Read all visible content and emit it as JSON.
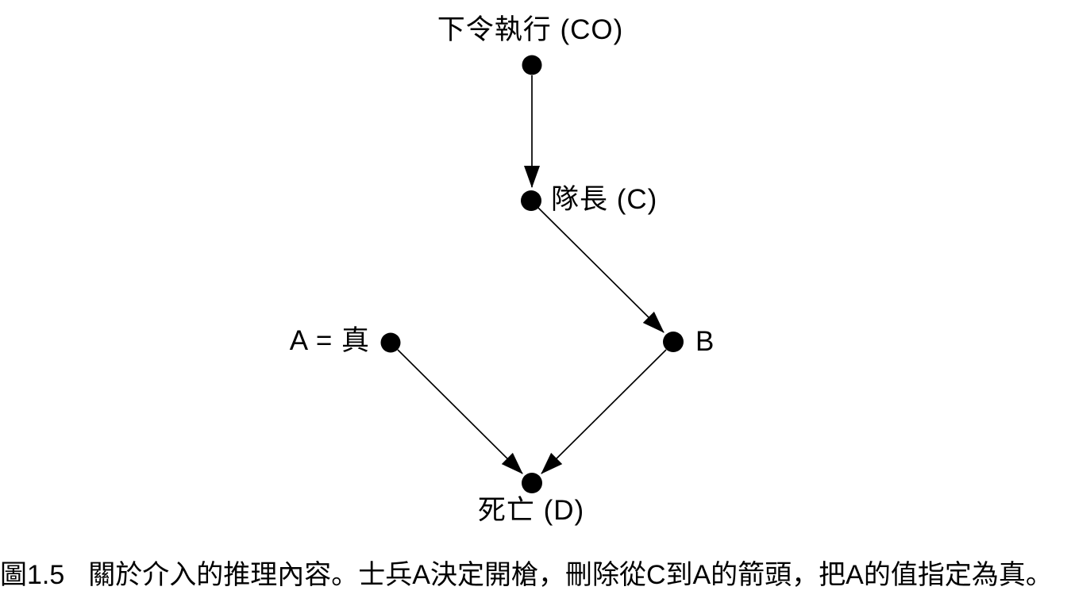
{
  "figure": {
    "nodes": [
      {
        "id": "CO",
        "label": "下令執行 (CO)"
      },
      {
        "id": "C",
        "label": "隊長 (C)"
      },
      {
        "id": "B",
        "label": "B"
      },
      {
        "id": "A",
        "label": "A = 真"
      },
      {
        "id": "D",
        "label": "死亡 (D)"
      }
    ],
    "edges": [
      {
        "from": "CO",
        "to": "C"
      },
      {
        "from": "C",
        "to": "B"
      },
      {
        "from": "A",
        "to": "D"
      },
      {
        "from": "B",
        "to": "D"
      }
    ],
    "caption": {
      "number": "圖1.5",
      "text": "關於介入的推理內容。士兵A決定開槍，刪除從C到A的箭頭，把A的值指定為真。"
    }
  },
  "colors": {
    "background": "#ffffff",
    "node": "#000000",
    "edge": "#000000",
    "text": "#000000"
  }
}
